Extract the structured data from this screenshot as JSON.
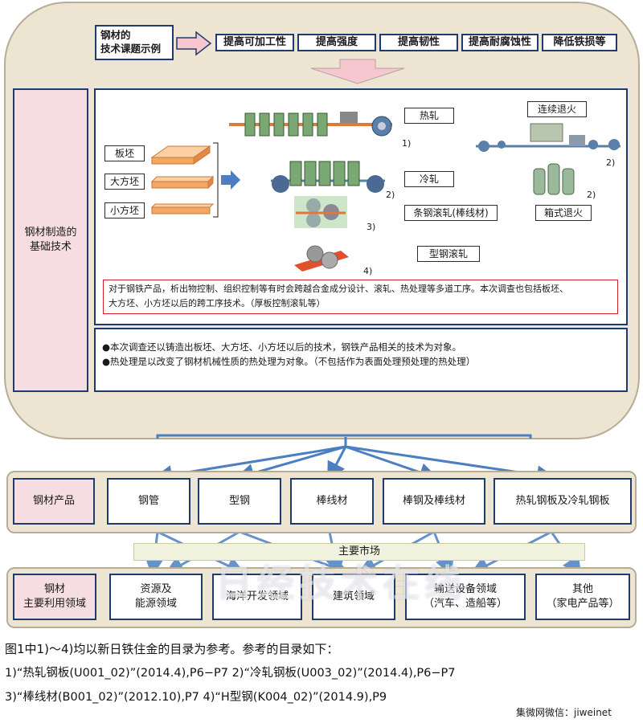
{
  "header": {
    "title_line1": "钢材的",
    "title_line2": "技术课题示例",
    "topics": [
      "提高可加工性",
      "提高强度",
      "提高韧性",
      "提高耐腐蚀性",
      "降低铁损等"
    ]
  },
  "left_label": {
    "line1": "钢材制造的",
    "line2": "基础技术"
  },
  "materials": [
    "板坯",
    "大方坯",
    "小方坯"
  ],
  "processes": {
    "hot_rolling": "热轧",
    "cold_rolling": "冷轧",
    "bar_rolling": "条钢滚轧(棒线材)",
    "section_rolling": "型钢滚轧",
    "continuous_annealing": "连续退火",
    "box_annealing": "箱式退火"
  },
  "ref_marks": [
    "1)",
    "2)",
    "3)",
    "4)"
  ],
  "red_note": {
    "line1": "对于钢铁产品，析出物控制、组织控制等有时会跨越合金成分设计、滚轧、热处理等多道工序。本次调查也包括板坯、",
    "line2": "大方坯、小方坯以后的跨工序技术。（厚板控制滚轧等）"
  },
  "notes": [
    "●本次调查还以铸造出板坯、大方坯、小方坯以后的技术，钢铁产品相关的技术为对象。",
    "●热处理是以改变了钢材机械性质的热处理为对象。（不包括作为表面处理预处理的热处理）"
  ],
  "products": {
    "label": "钢材产品",
    "items": [
      "钢管",
      "型钢",
      "棒线材",
      "棒钢及棒线材",
      "热轧钢板及冷轧钢板"
    ]
  },
  "market_label": "主要市场",
  "fields": {
    "label_line1": "钢材",
    "label_line2": "主要利用领域",
    "items": [
      {
        "line1": "资源及",
        "line2": "能源领域"
      },
      {
        "line1": "海洋开发领域",
        "line2": ""
      },
      {
        "line1": "建筑领域",
        "line2": ""
      },
      {
        "line1": "输送设备领域",
        "line2": "（汽车、造船等）"
      },
      {
        "line1": "其他",
        "line2": "（家电产品等）"
      }
    ]
  },
  "watermark": "日经技术在线",
  "caption": {
    "line1": "图1中1)～4)均以新日铁住金的目录为参考。参考的目录如下：",
    "line2": "1)“热轧钢板(U001_02)”(2014.4),P6−P7   2)“冷轧钢板(U003_02)”(2014.4),P6−P7",
    "line3": "3)“棒线材(B001_02)”(2012.10),P7     4)“H型钢(K004_02)”(2014.9),P9"
  },
  "source": "集微网微信：jiweinet",
  "colors": {
    "navy": "#1f3a6e",
    "pink": "#f6dde2",
    "beige": "#ede4d1",
    "arrow_blue": "#4b7fc1",
    "red_border": "#d0202a",
    "slab_orange": "#f2a860"
  }
}
